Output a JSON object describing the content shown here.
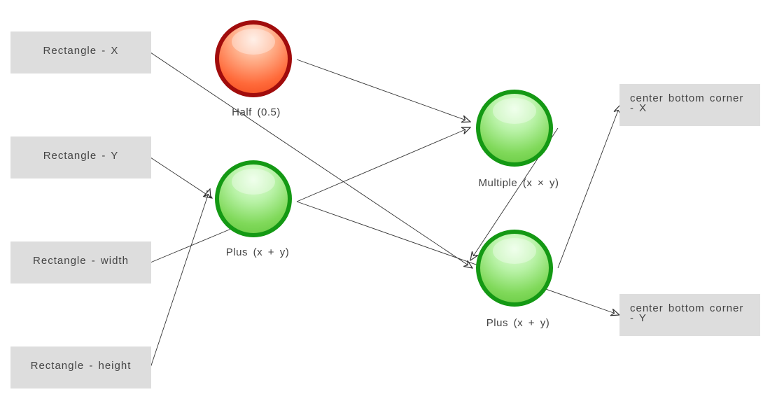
{
  "inputs": [
    {
      "label": "Rectangle - X"
    },
    {
      "label": "Rectangle - Y"
    },
    {
      "label": "Rectangle - width"
    },
    {
      "label": "Rectangle - height"
    }
  ],
  "operations": {
    "half": {
      "label": "Half (0.5)",
      "color": "#a10c0c"
    },
    "plus_1": {
      "label": "Plus (x + y)",
      "color": "#149914"
    },
    "multiple": {
      "label": "Multiple (x × y)",
      "color": "#149914"
    },
    "plus_2": {
      "label": "Plus (x + y)",
      "color": "#149914"
    }
  },
  "outputs": [
    {
      "label_line1": "center bottom corner",
      "label_line2": "- X"
    },
    {
      "label_line1": "center bottom corner",
      "label_line2": "- Y"
    }
  ]
}
